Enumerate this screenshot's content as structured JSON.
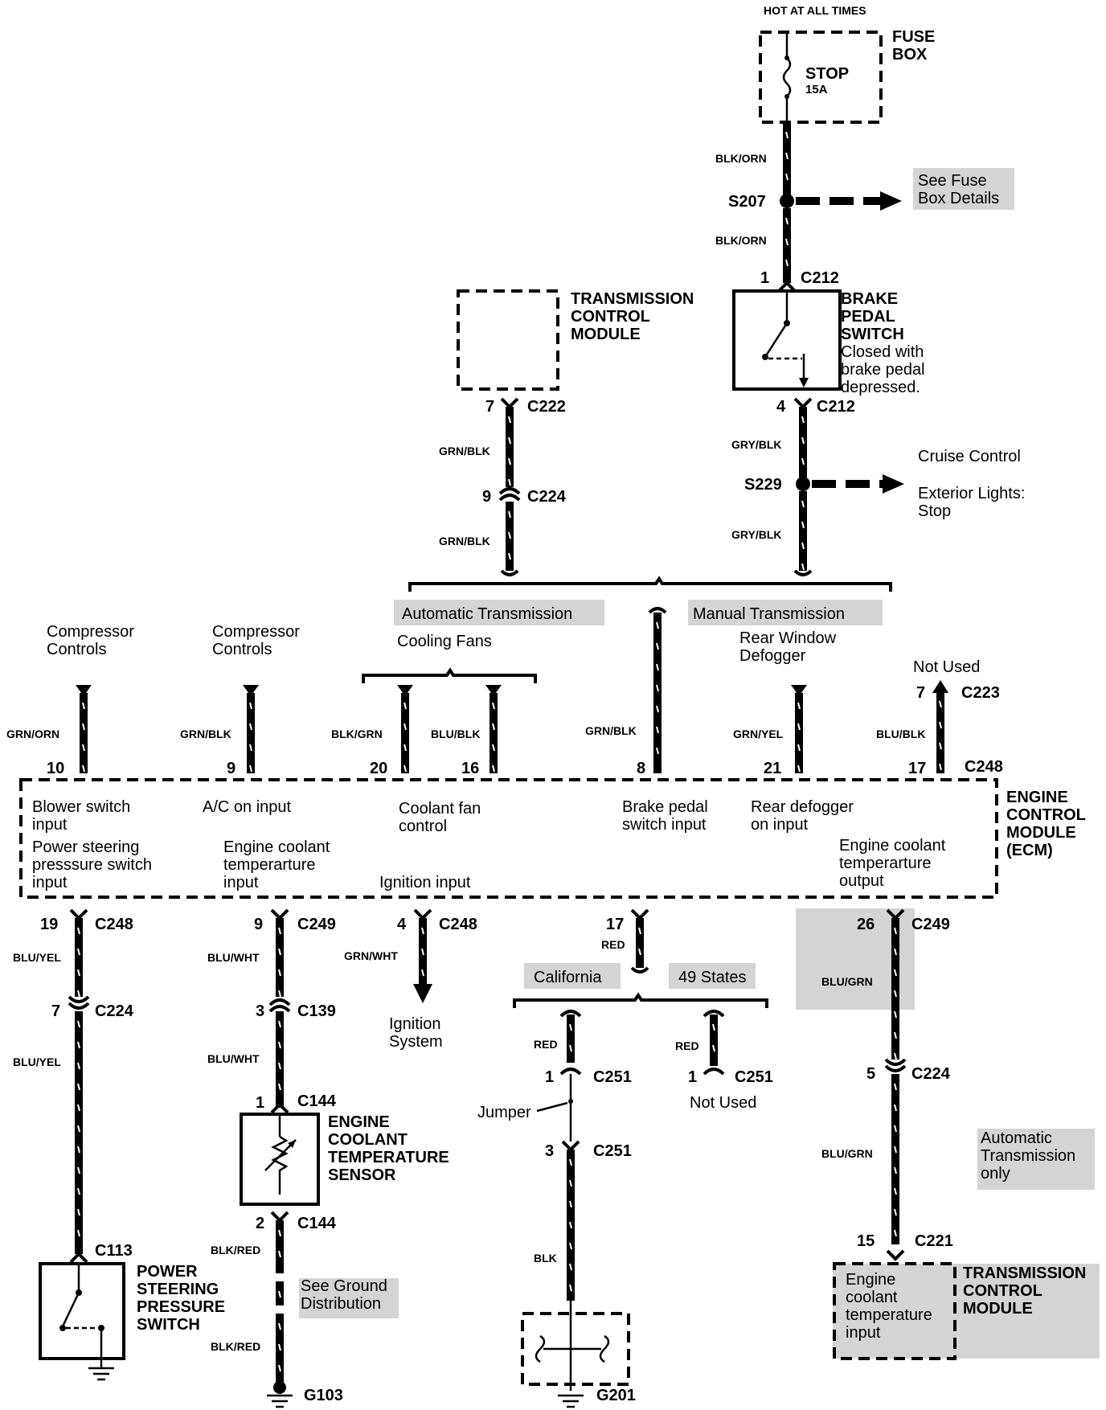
{
  "power": {
    "hot_label": "HOT AT ALL TIMES",
    "fuse_box": [
      "FUSE",
      "BOX"
    ],
    "fuse_name": "STOP",
    "fuse_rating": "15A"
  },
  "splices": {
    "s207": "S207",
    "s229": "S229",
    "see_fuse": [
      "See Fuse",
      "Box Details"
    ],
    "s229_dest": [
      "Cruise Control",
      "Exterior Lights:",
      "Stop"
    ]
  },
  "brake_switch": {
    "title": [
      "BRAKE",
      "PEDAL",
      "SWITCH"
    ],
    "note": [
      "Closed with",
      "brake pedal",
      "depressed."
    ],
    "pin_in": "1",
    "conn_in": "C212",
    "pin_out": "4",
    "conn_out": "C212"
  },
  "tcm_top": {
    "title": [
      "TRANSMISSION",
      "CONTROL",
      "MODULE"
    ],
    "pin": "7",
    "conn": "C222",
    "mid_pin": "9",
    "mid_conn": "C224"
  },
  "variants": {
    "automatic": "Automatic Transmission",
    "manual": "Manual Transmission"
  },
  "wires": {
    "blk_orn": "BLK/ORN",
    "grn_blk": "GRN/BLK",
    "gry_blk": "GRY/BLK",
    "grn_orn": "GRN/ORN",
    "blk_grn": "BLK/GRN",
    "blu_blk": "BLU/BLK",
    "grn_yel": "GRN/YEL",
    "blu_yel": "BLU/YEL",
    "blu_wht": "BLU/WHT",
    "grn_wht": "GRN/WHT",
    "red": "RED",
    "blu_grn": "BLU/GRN",
    "blk_red": "BLK/RED",
    "blk": "BLK"
  },
  "top_inputs": {
    "compressor": [
      "Compressor",
      "Controls"
    ],
    "cooling_fans": "Cooling Fans",
    "rear_defogger": [
      "Rear Window",
      "Defogger"
    ],
    "not_used": "Not Used",
    "c223_pin": "7",
    "c223": "C223",
    "pins": [
      "10",
      "9",
      "20",
      "16",
      "8",
      "21",
      "17"
    ],
    "c248": "C248"
  },
  "ecm": {
    "title": [
      "ENGINE",
      "CONTROL",
      "MODULE",
      "(ECM)"
    ],
    "labels": {
      "blower": [
        "Blower switch",
        "input"
      ],
      "ac": "A/C on input",
      "coolant_fan": [
        "Coolant fan",
        "control"
      ],
      "brake_pedal": [
        "Brake pedal",
        "switch input"
      ],
      "rear_defogger": [
        "Rear defogger",
        "on input"
      ],
      "ps_switch": [
        "Power steering",
        "presssure switch",
        "input"
      ],
      "ect_in": [
        "Engine coolant",
        "temperarture",
        "input"
      ],
      "ignition": "Ignition input",
      "ect_out": [
        "Engine coolant",
        "temperarture",
        "output"
      ]
    }
  },
  "bottom": {
    "p19": "19",
    "c248a": "C248",
    "p7": "7",
    "c224a": "C224",
    "c113": "C113",
    "pss_title": [
      "POWER",
      "STEERING",
      "PRESSURE",
      "SWITCH"
    ],
    "p9": "9",
    "c249a": "C249",
    "p3": "3",
    "c139": "C139",
    "p1": "1",
    "c144a": "C144",
    "ects_title": [
      "ENGINE",
      "COOLANT",
      "TEMPERATURE",
      "SENSOR"
    ],
    "p2": "2",
    "c144b": "C144",
    "see_ground": [
      "See Ground",
      "Distribution"
    ],
    "g103": "G103",
    "p4": "4",
    "c248b": "C248",
    "ign_sys": [
      "Ignition",
      "System"
    ],
    "p17": "17",
    "california": "California",
    "states49": "49 States",
    "p1a": "1",
    "c251a": "C251",
    "jumper": "Jumper",
    "p3a": "3",
    "c251b": "C251",
    "p1b": "1",
    "c251c": "C251",
    "not_used": "Not Used",
    "g201": "G201",
    "p26": "26",
    "c249b": "C249",
    "p5": "5",
    "c224b": "C224",
    "auto_only": [
      "Automatic",
      "Transmission",
      "only"
    ],
    "p15": "15",
    "c221": "C221",
    "tcm_title": [
      "TRANSMISSION",
      "CONTROL",
      "MODULE"
    ],
    "tcm_input": [
      "Engine",
      "coolant",
      "temperature",
      "input"
    ]
  }
}
